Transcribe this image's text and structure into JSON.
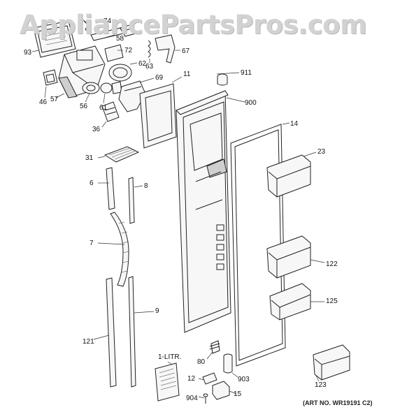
{
  "watermark": "AppliancePartsPros.com",
  "art_number": "(ART NO. WR19191 C2)",
  "parts": {
    "p74": "74",
    "p58": "58",
    "p93": "93",
    "p72": "72",
    "p67": "67",
    "p63": "63",
    "p62": "62",
    "p911": "911",
    "p69": "69",
    "p11": "11",
    "p46": "46",
    "p57": "57",
    "p56": "56",
    "p61": "61",
    "p36": "36",
    "p900": "900",
    "p14": "14",
    "p23": "23",
    "p31": "31",
    "p6": "6",
    "p8": "8",
    "p7": "7",
    "p122": "122",
    "p125": "125",
    "p9": "9",
    "p121": "121",
    "p1litr": "1-LITR.",
    "p80": "80",
    "p12": "12",
    "p903": "903",
    "p123": "123",
    "p904": "904",
    "p15": "15"
  }
}
